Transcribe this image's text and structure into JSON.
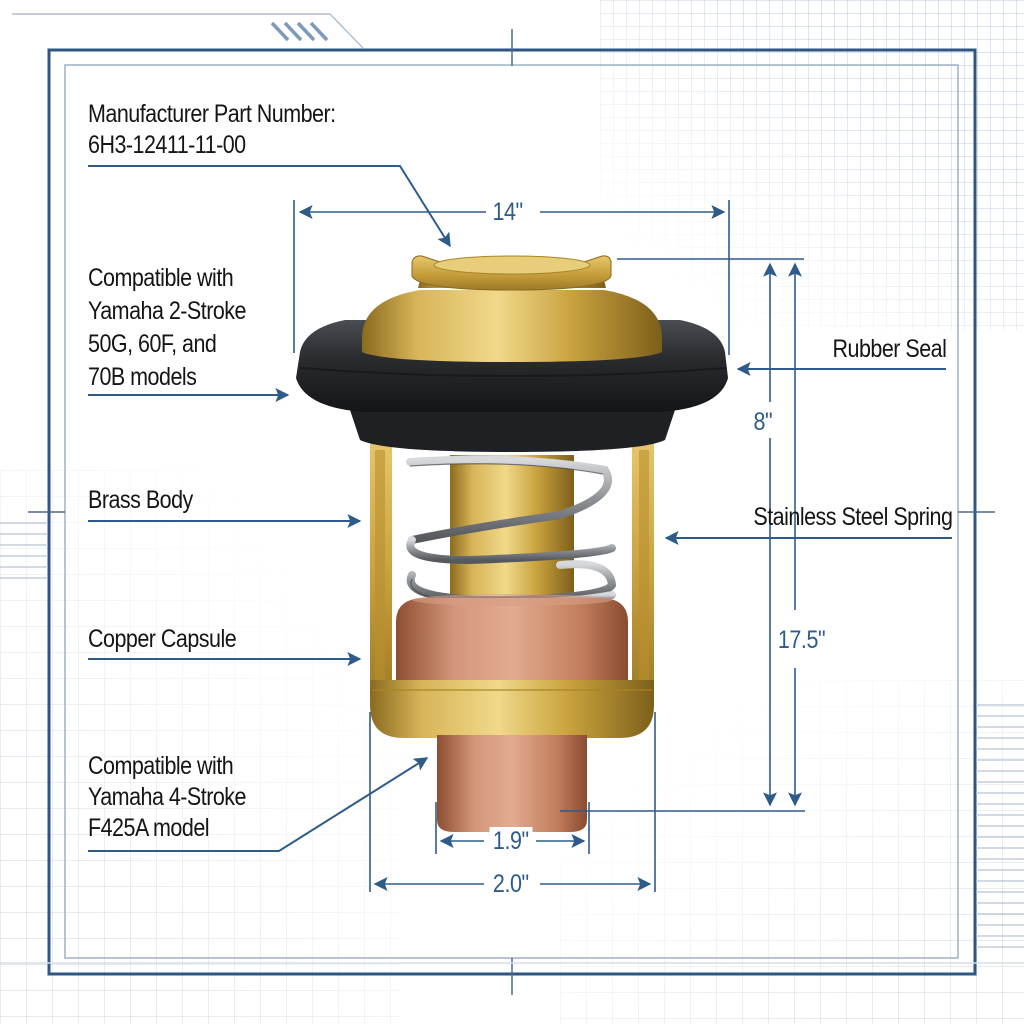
{
  "diagram": {
    "subject": "Outboard engine thermostat",
    "colors": {
      "frame": "#2d5685",
      "frame_inner": "#9eb1c6",
      "dimension_lines": "#2f5b8a",
      "label_text": "#151515",
      "brass": "#c9a63f",
      "copper": "#c47f5d",
      "rubber": "#2a2c30",
      "spring": "#8c8f93"
    },
    "callouts": {
      "part_number": {
        "title": "Manufacturer Part Number:",
        "value": "6H3-12411-11-00"
      },
      "compat_2stroke": {
        "line1": "Compatible with",
        "line2": "Yamaha 2-Stroke",
        "line3": "50G, 60F, and",
        "line4": "70B models"
      },
      "brass_body": "Brass Body",
      "copper_capsule": "Copper Capsule",
      "compat_4stroke": {
        "line1": "Compatible with",
        "line2": "Yamaha 4-Stroke",
        "line3": "F425A model"
      },
      "rubber_seal": "Rubber Seal",
      "spring": "Stainless Steel Spring"
    },
    "dimensions": {
      "top_width": "14\"",
      "upper_height": "8\"",
      "total_height": "17.5\"",
      "capsule_width": "1.9\"",
      "base_width": "2.0\""
    }
  }
}
